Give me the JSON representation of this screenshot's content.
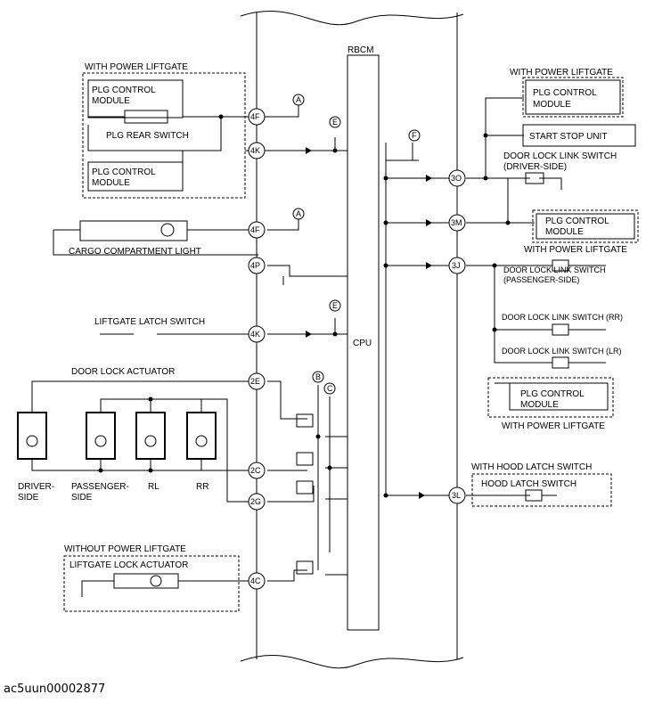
{
  "diagram": {
    "module": {
      "name": "RBCM",
      "cpu": "CPU"
    },
    "left_labels": {
      "plg_group": "WITH POWER LIFTGATE",
      "plg_ctrl_1": [
        "PLG CONTROL",
        "MODULE"
      ],
      "plg_rear_switch": "PLG REAR SWITCH",
      "plg_ctrl_2": [
        "PLG CONTROL",
        "MODULE"
      ],
      "cargo_light": "CARGO COMPARTMENT LIGHT",
      "liftgate_latch": "LIFTGATE LATCH SWITCH",
      "door_lock_actuator": "DOOR LOCK ACTUATOR",
      "doors": [
        "DRIVER-",
        "SIDE",
        "PASSENGER-",
        "SIDE",
        "RL",
        "RR"
      ],
      "no_plg_group": "WITHOUT POWER LIFTGATE",
      "liftgate_lock_actuator": "LIFTGATE LOCK ACTUATOR"
    },
    "right_labels": {
      "plg_group_top": "WITH POWER LIFTGATE",
      "plg_ctrl_top": [
        "PLG CONTROL",
        "MODULE"
      ],
      "start_stop": "START STOP UNIT",
      "dll_driver": [
        "DOOR LOCK LINK SWITCH",
        "(DRIVER-SIDE)"
      ],
      "plg_ctrl_mid": [
        "PLG CONTROL",
        "MODULE"
      ],
      "plg_group_mid": "WITH POWER LIFTGATE",
      "dll_passenger": [
        "DOOR LOCK LINK SWITCH",
        "(PASSENGER-SIDE)"
      ],
      "dll_rr": "DOOR LOCK LINK SWITCH (RR)",
      "dll_lr": "DOOR LOCK LINK SWITCH (LR)",
      "plg_ctrl_bottom": [
        "PLG CONTROL",
        "MODULE"
      ],
      "plg_group_bottom": "WITH POWER LIFTGATE",
      "hood_group": "WITH HOOD LATCH SWITCH",
      "hood_switch": "HOOD LATCH SWITCH"
    },
    "pins_left": [
      "4F",
      "4K",
      "4F",
      "4P",
      "4K",
      "2E",
      "2C",
      "2G",
      "4C"
    ],
    "pins_right": [
      "3O",
      "3M",
      "3J",
      "3L"
    ],
    "refs": [
      "A",
      "E",
      "F",
      "A",
      "E",
      "B",
      "C"
    ],
    "caption": "ac5uun00002877"
  }
}
